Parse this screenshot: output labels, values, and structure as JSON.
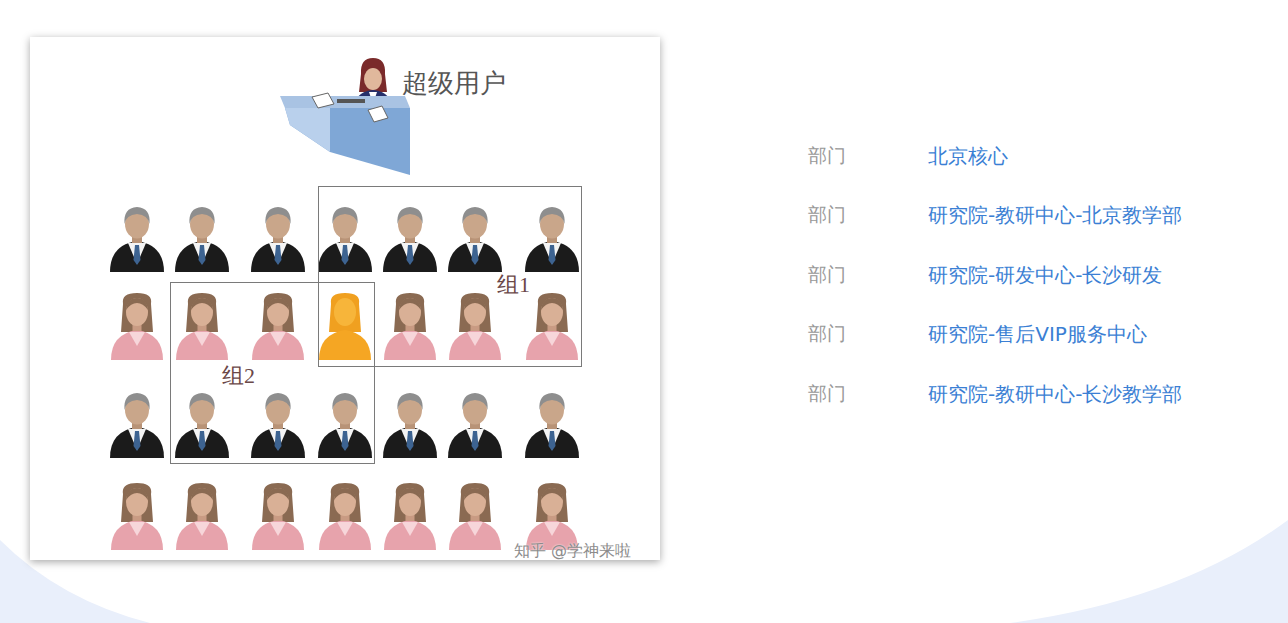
{
  "diagram": {
    "nodes": [
      {
        "text": [
          "组1"
        ]
      },
      {
        "text": [
          "组2"
        ]
      }
    ],
    "labels": [
      "超级用户",
      "部门",
      "北京核心",
      "部门",
      "研究院-教研中心-北京教学部",
      "部门",
      "研究院-研发中心-长沙研发",
      "部门",
      "研究院-售后VIP服务中心",
      "部门",
      "研究院-教研中心-长沙教学部",
      "知乎 @学神来啦"
    ]
  }
}
